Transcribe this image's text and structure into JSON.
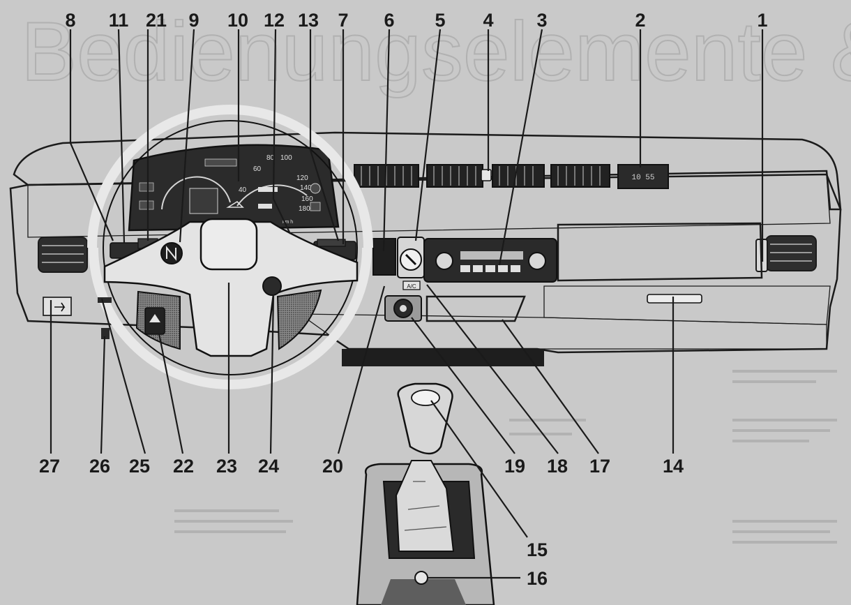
{
  "background_title": "Bedienungselemente & Betrieb",
  "speedometer": {
    "ticks": [
      "40",
      "60",
      "80",
      "100",
      "120",
      "140",
      "160",
      "180"
    ],
    "unit": "km h"
  },
  "clock_display": "10 55",
  "ac_label": "A/C",
  "callouts": {
    "n1": "1",
    "n2": "2",
    "n3": "3",
    "n4": "4",
    "n5": "5",
    "n6": "6",
    "n7": "7",
    "n8": "8",
    "n9": "9",
    "n10": "10",
    "n11": "11",
    "n12": "12",
    "n13": "13",
    "n14": "14",
    "n15": "15",
    "n16": "16",
    "n17": "17",
    "n18": "18",
    "n19": "19",
    "n20": "20",
    "n21": "21",
    "n22": "22",
    "n23": "23",
    "n24": "24",
    "n25": "25",
    "n26": "26",
    "n27": "27"
  },
  "colors": {
    "paper": "#c9c9c9",
    "ink": "#1b1b1b",
    "shade": "#a8a8a8",
    "dark": "#3a3a3a"
  }
}
